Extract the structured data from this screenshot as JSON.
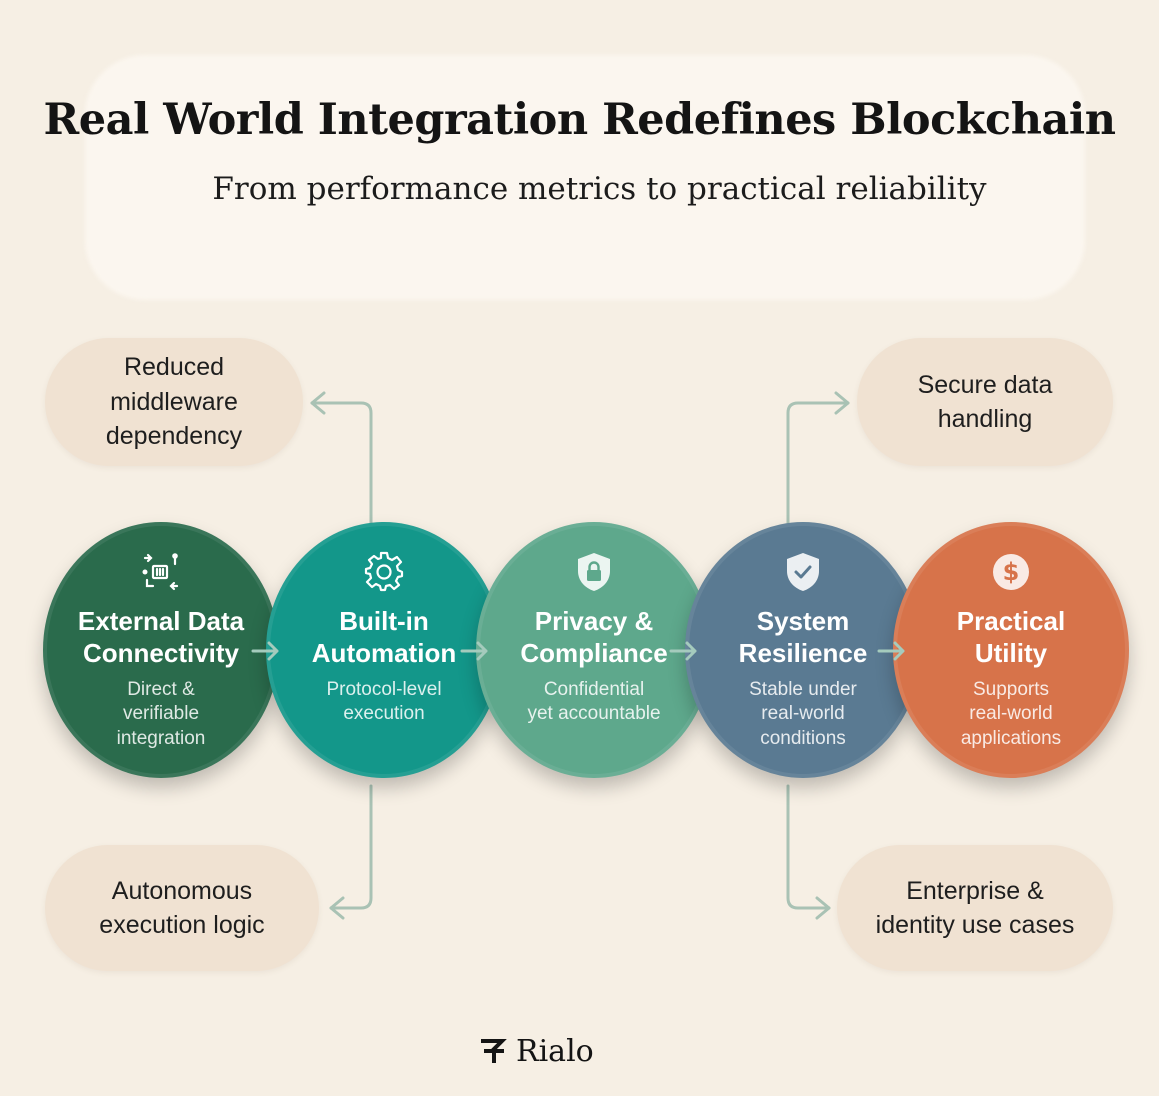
{
  "header": {
    "title": "Real World Integration Redefines Blockchain",
    "subtitle": "From performance metrics to practical reliability"
  },
  "stages": [
    {
      "title": "External Data\nConnectivity",
      "description": "Direct &\nverifiable\nintegration",
      "icon": "data-network-icon",
      "color": "#2a6b4c"
    },
    {
      "title": "Built-in\nAutomation",
      "description": "Protocol-level\nexecution",
      "icon": "gear-icon",
      "color": "#13978a"
    },
    {
      "title": "Privacy &\nCompliance",
      "description": "Confidential\nyet accountable",
      "icon": "lock-shield-icon",
      "color": "#5ea88c"
    },
    {
      "title": "System\nResilience",
      "description": "Stable under\nreal-world\nconditions",
      "icon": "check-shield-icon",
      "color": "#5a7a92"
    },
    {
      "title": "Practical\nUtility",
      "description": "Supports\nreal-world\napplications",
      "icon": "dollar-coin-icon",
      "color": "#d7734a"
    }
  ],
  "outcomes": {
    "top_left": "Reduced\nmiddleware\ndependency",
    "bottom_left": "Autonomous\nexecution logic",
    "top_right": "Secure data\nhandling",
    "bottom_right": "Enterprise &\nidentity use cases"
  },
  "brand": {
    "name": "Rialo",
    "logo": "rialo-logo-icon"
  }
}
